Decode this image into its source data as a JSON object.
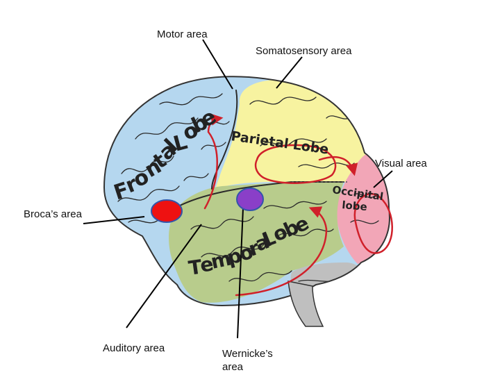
{
  "labels": {
    "motor": "Motor area",
    "somatosensory": "Somatosensory area",
    "visual": "Visual area",
    "broca": "Broca’s area",
    "auditory": "Auditory area",
    "wernicke_1": "Wernicke’s",
    "wernicke_2": "area"
  },
  "lobes": {
    "frontal": [
      "F",
      "r",
      "o",
      "n",
      "t",
      "a",
      "l",
      " ",
      "L",
      "o",
      "b",
      "e"
    ],
    "parietal": "Parietal Lobe",
    "occipital_1": "Occipital",
    "occipital_2": "lobe",
    "temporal": [
      "T",
      "e",
      "m",
      "p",
      "o",
      "r",
      "a",
      "l",
      " ",
      "L",
      "o",
      "b",
      "e"
    ]
  },
  "colors": {
    "frontal": "#b5d7ef",
    "parietal": "#f7f3a0",
    "occipital": "#f2a6b7",
    "temporal": "#b8cc8c",
    "cerebellum": "#bfbfbf",
    "broca_marker": "#ee1111",
    "wernicke_marker": "#8a3fc8",
    "annotation": "#d0202a"
  }
}
